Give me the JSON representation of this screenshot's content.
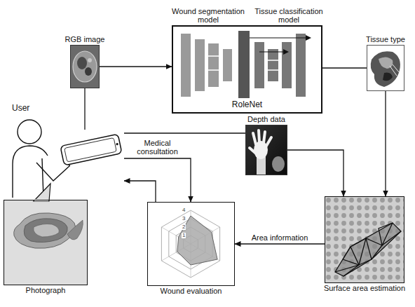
{
  "diagram": {
    "nodes": [
      {
        "text": [
          "User"
        ]
      },
      {
        "text": [
          "RGB image"
        ]
      },
      {
        "text": [
          "Wound segmentation model",
          "Tissue classification model",
          "RoleNet"
        ]
      },
      {
        "text": [
          "Tissue type"
        ]
      },
      {
        "text": [
          "Depth data"
        ]
      },
      {
        "text": [
          "Surface area estimation"
        ]
      },
      {
        "text": [
          "Wound evaluation"
        ]
      },
      {
        "text": [
          "Photograph"
        ]
      }
    ],
    "edges": [
      {
        "from": 0,
        "to": 1,
        "arrow": "none"
      },
      {
        "from": 1,
        "to": 2,
        "arrow": "to"
      },
      {
        "from": 2,
        "to": 3,
        "arrow": "none"
      },
      {
        "from": 3,
        "to": 5,
        "arrow": "to"
      },
      {
        "from": 4,
        "to": 5,
        "arrow": "to"
      },
      {
        "from": 0,
        "to": 4,
        "arrow": "none"
      },
      {
        "from": 0,
        "to": 6,
        "label": "Medical consultation",
        "arrow": "to"
      },
      {
        "from": 6,
        "to": 0,
        "arrow": "to"
      },
      {
        "from": 5,
        "to": 6,
        "label": "Area information",
        "arrow": "to"
      }
    ],
    "labels": [
      "4",
      "3",
      "2",
      "1"
    ]
  }
}
